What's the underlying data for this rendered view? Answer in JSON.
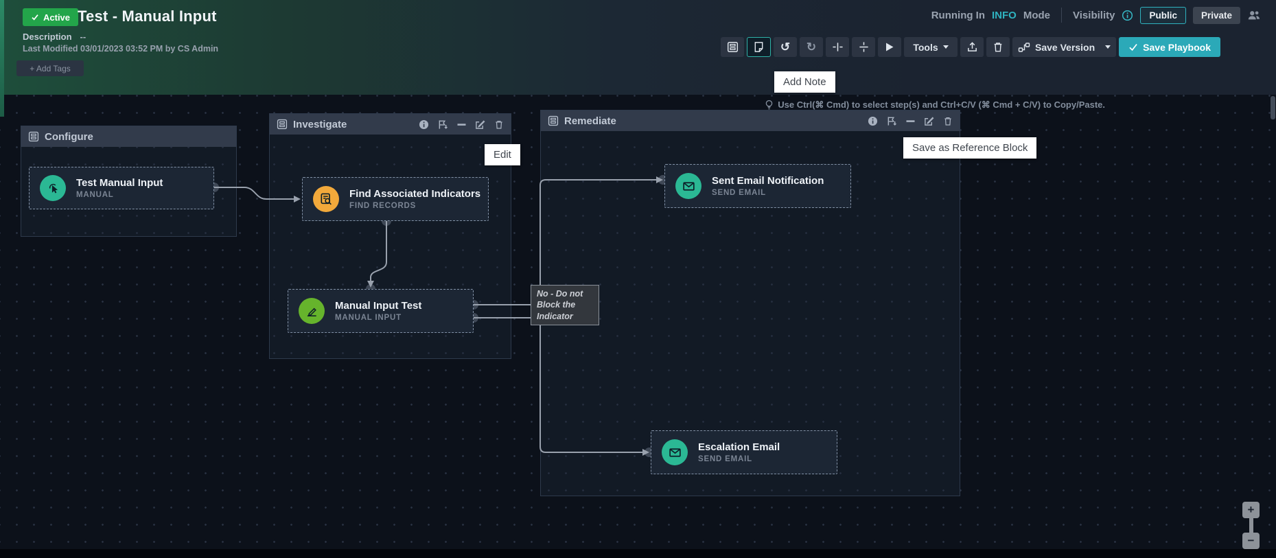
{
  "header": {
    "status_badge": "Active",
    "title": "Test - Manual Input",
    "description_label": "Description",
    "description_value": "--",
    "last_modified": "Last Modified 03/01/2023 03:52 PM by CS Admin",
    "add_tags_label": "+ Add Tags",
    "running_prefix": "Running In",
    "running_mode": "INFO",
    "running_suffix": "Mode",
    "visibility_label": "Visibility",
    "public_label": "Public",
    "private_label": "Private"
  },
  "toolbar": {
    "tools_label": "Tools",
    "save_version_label": "Save Version",
    "save_playbook_label": "Save Playbook"
  },
  "tooltips": {
    "add_note": "Add Note",
    "edit": "Edit",
    "save_as_reference": "Save as Reference Block"
  },
  "canvas": {
    "hint": "Use Ctrl(⌘ Cmd) to select step(s) and Ctrl+C/V (⌘ Cmd + C/V) to Copy/Paste.",
    "blocks": [
      {
        "label": "Configure"
      },
      {
        "label": "Investigate"
      },
      {
        "label": "Remediate"
      }
    ],
    "steps": [
      {
        "title": "Test Manual Input",
        "type": "MANUAL"
      },
      {
        "title": "Find Associated Indicators",
        "type": "FIND RECORDS"
      },
      {
        "title": "Manual Input Test",
        "type": "MANUAL INPUT"
      },
      {
        "title": "Sent Email Notification",
        "type": "SEND EMAIL"
      },
      {
        "title": "Escalation Email",
        "type": "SEND EMAIL"
      }
    ],
    "edge_label": "No - Do not Block the Indicator",
    "zoom_in": "+",
    "zoom_out": "−"
  },
  "colors": {
    "accent_teal": "#2fb3c0",
    "save_teal": "#2ba9b8",
    "badge_green": "#23a54a",
    "step_teal": "#2bb894",
    "step_orange": "#f2a93b",
    "step_green": "#66b42c"
  }
}
